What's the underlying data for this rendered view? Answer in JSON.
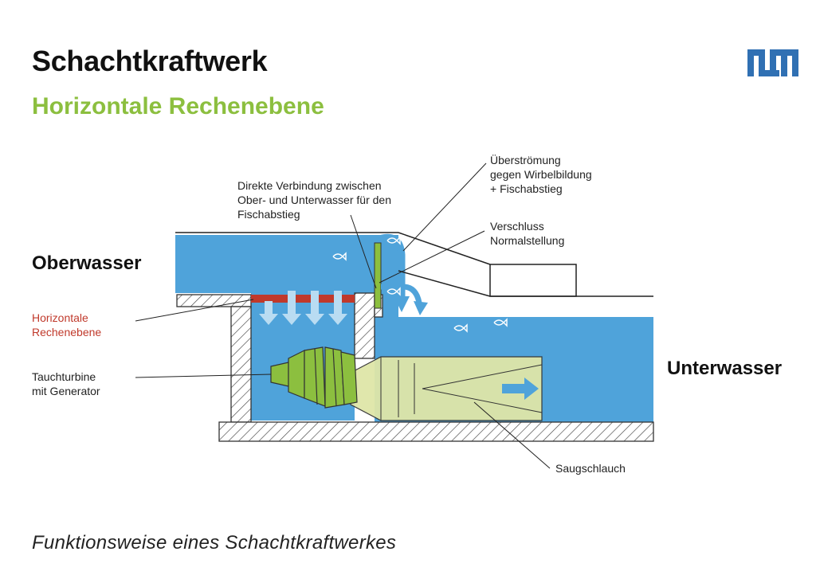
{
  "title": "Schachtkraftwerk",
  "subtitle": "Horizontale Rechenebene",
  "caption": "Funktionsweise eines Schachtkraftwerkes",
  "logo": {
    "text": "TUM",
    "color": "#3070b3"
  },
  "labels": {
    "oberwasser": "Oberwasser",
    "unterwasser": "Unterwasser",
    "rechenebene": [
      "Horizontale",
      "Rechenebene"
    ],
    "tauchturbine": [
      "Tauchturbine",
      "mit Generator"
    ],
    "direkte_verbindung": [
      "Direkte Verbindung zwischen",
      "Ober- und Unterwasser für den",
      "Fischabstieg"
    ],
    "ueberstroemung": [
      "Überströmung",
      "gegen Wirbelbildung",
      "+ Fischabstieg"
    ],
    "verschluss": [
      "Verschluss",
      "Normalstellung"
    ],
    "saugschlauch": "Saugschlauch"
  },
  "colors": {
    "water": "#4fa3da",
    "rack": "#c0392b",
    "turbine": "#8cbf3f",
    "flow_arrow": "#b9dcf2",
    "gate": "#8cbf3f",
    "subtitle_green": "#8cbf3f",
    "rack_label": "#c0392b"
  },
  "icons": [
    "fish-icon",
    "flow-arrow-icon"
  ]
}
